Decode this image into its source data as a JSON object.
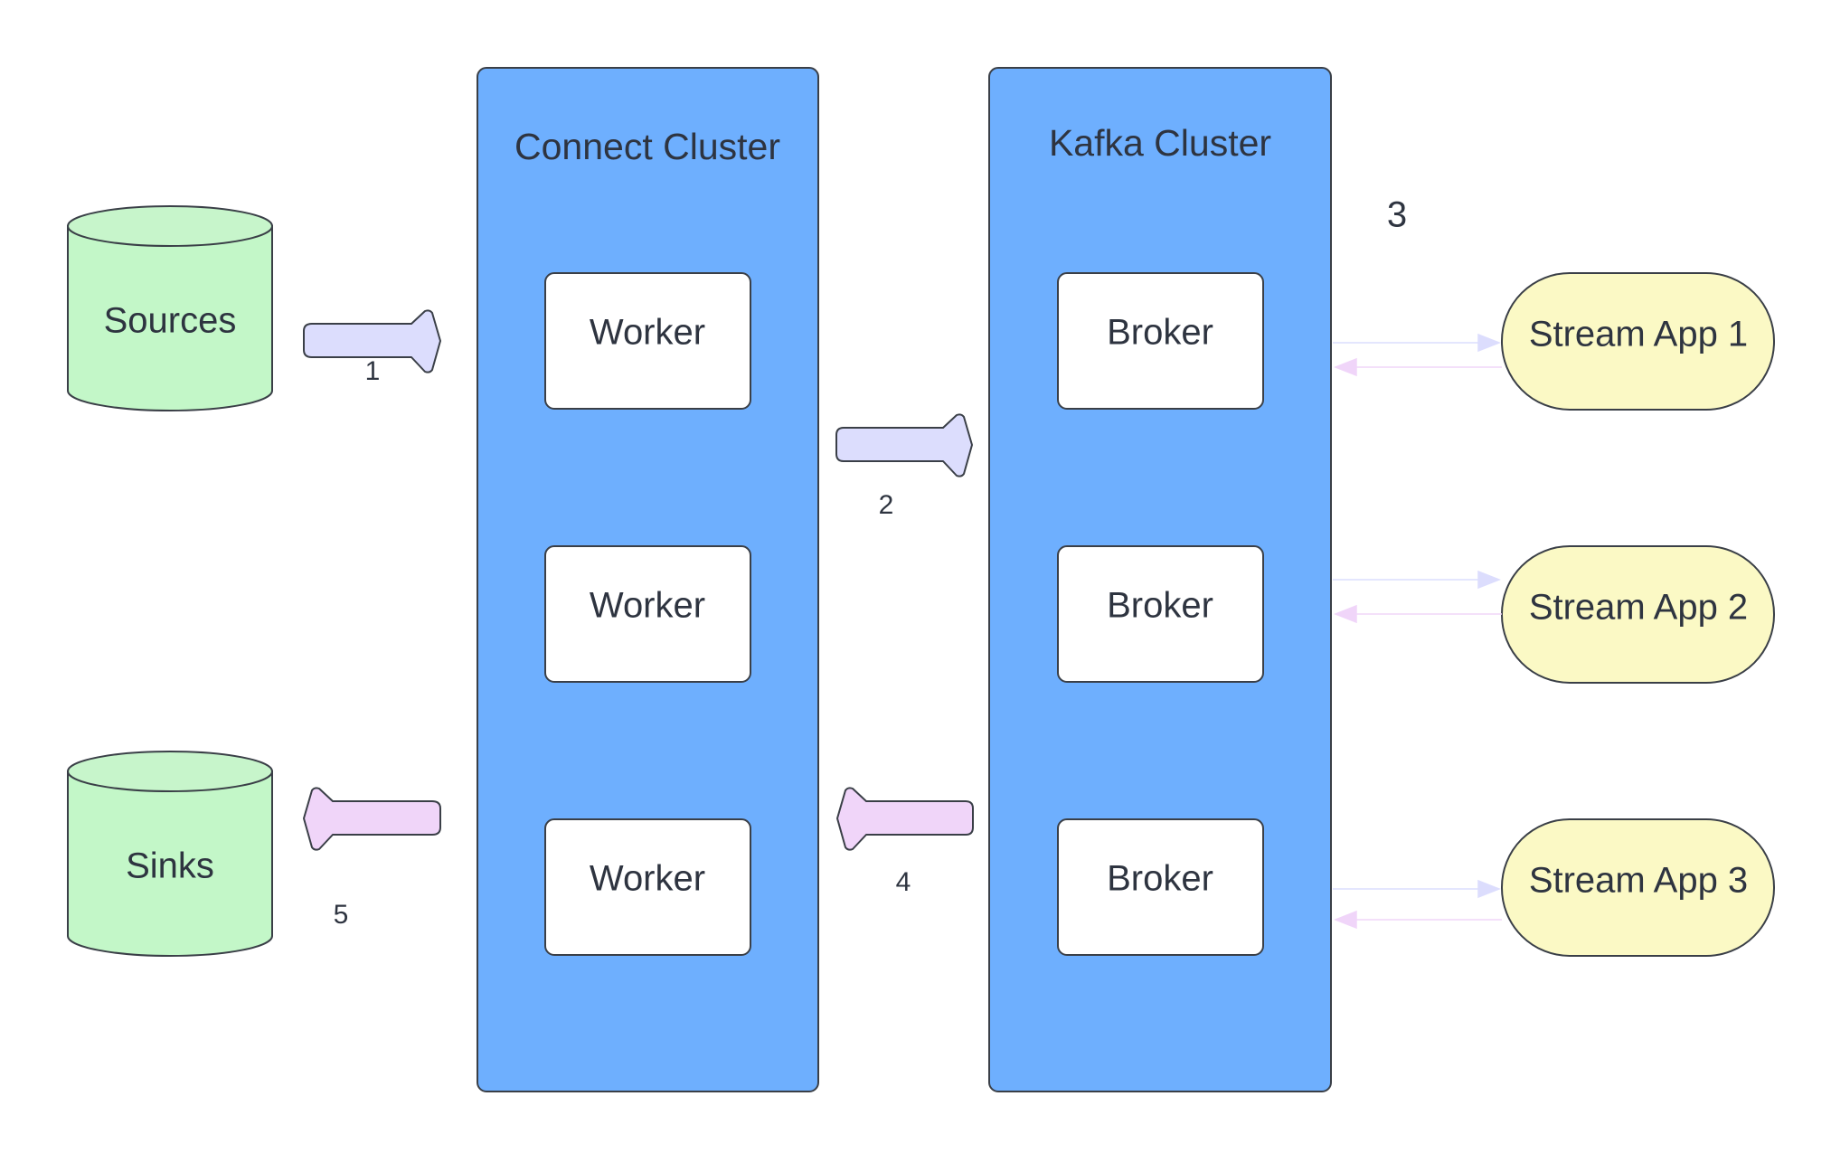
{
  "colors": {
    "cluster_fill": "#6eaffe",
    "box_fill": "#ffffff",
    "storage_fill": "#c3f7c8",
    "storage_top": "#c7f5cb",
    "app_fill": "#fbf9c5",
    "arrow_forward": "#dcddfd",
    "arrow_back": "#f0d5f9",
    "stroke": "#3a3f47"
  },
  "storage": {
    "sources_label": "Sources",
    "sinks_label": "Sinks"
  },
  "connect_cluster": {
    "title": "Connect Cluster",
    "workers": [
      "Worker",
      "Worker",
      "Worker"
    ]
  },
  "kafka_cluster": {
    "title": "Kafka Cluster",
    "brokers": [
      "Broker",
      "Broker",
      "Broker"
    ]
  },
  "stream_apps": [
    "Stream App 1",
    "Stream App 2",
    "Stream App 3"
  ],
  "steps": [
    "1",
    "2",
    "3",
    "4",
    "5"
  ]
}
